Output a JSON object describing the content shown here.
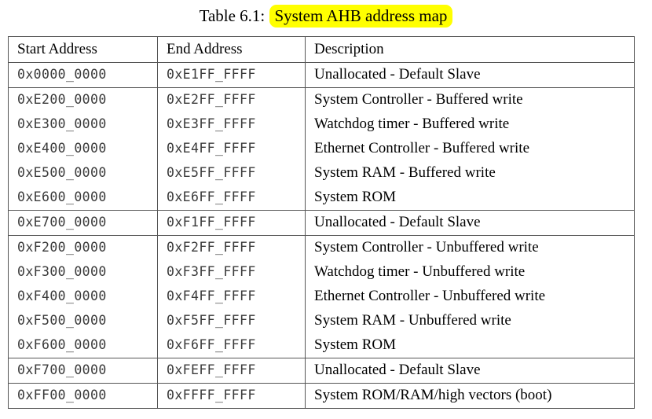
{
  "caption": {
    "label": "Table 6.1:",
    "title": "System AHB address map",
    "highlight_color": "#ffff00"
  },
  "table": {
    "columns": [
      "Start Address",
      "End Address",
      "Description"
    ],
    "rows": [
      {
        "start": "0x0000_0000",
        "end": "0xE1FF_FFFF",
        "desc": "Unallocated - Default Slave",
        "rule_below": true
      },
      {
        "start": "0xE200_0000",
        "end": "0xE2FF_FFFF",
        "desc": "System Controller - Buffered write",
        "rule_below": false
      },
      {
        "start": "0xE300_0000",
        "end": "0xE3FF_FFFF",
        "desc": "Watchdog timer - Buffered write",
        "rule_below": false
      },
      {
        "start": "0xE400_0000",
        "end": "0xE4FF_FFFF",
        "desc": "Ethernet Controller - Buffered write",
        "rule_below": false
      },
      {
        "start": "0xE500_0000",
        "end": "0xE5FF_FFFF",
        "desc": "System RAM - Buffered write",
        "rule_below": false
      },
      {
        "start": "0xE600_0000",
        "end": "0xE6FF_FFFF",
        "desc": "System ROM",
        "rule_below": true
      },
      {
        "start": "0xE700_0000",
        "end": "0xF1FF_FFFF",
        "desc": "Unallocated - Default Slave",
        "rule_below": true
      },
      {
        "start": "0xF200_0000",
        "end": "0xF2FF_FFFF",
        "desc": "System Controller - Unbuffered write",
        "rule_below": false
      },
      {
        "start": "0xF300_0000",
        "end": "0xF3FF_FFFF",
        "desc": "Watchdog timer - Unbuffered write",
        "rule_below": false
      },
      {
        "start": "0xF400_0000",
        "end": "0xF4FF_FFFF",
        "desc": "Ethernet Controller - Unbuffered write",
        "rule_below": false
      },
      {
        "start": "0xF500_0000",
        "end": "0xF5FF_FFFF",
        "desc": "System RAM - Unbuffered write",
        "rule_below": false
      },
      {
        "start": "0xF600_0000",
        "end": "0xF6FF_FFFF",
        "desc": "System ROM",
        "rule_below": true
      },
      {
        "start": "0xF700_0000",
        "end": "0xFEFF_FFFF",
        "desc": "Unallocated - Default Slave",
        "rule_below": true
      },
      {
        "start": "0xFF00_0000",
        "end": "0xFFFF_FFFF",
        "desc": "System ROM/RAM/high vectors (boot)",
        "rule_below": true
      }
    ]
  }
}
